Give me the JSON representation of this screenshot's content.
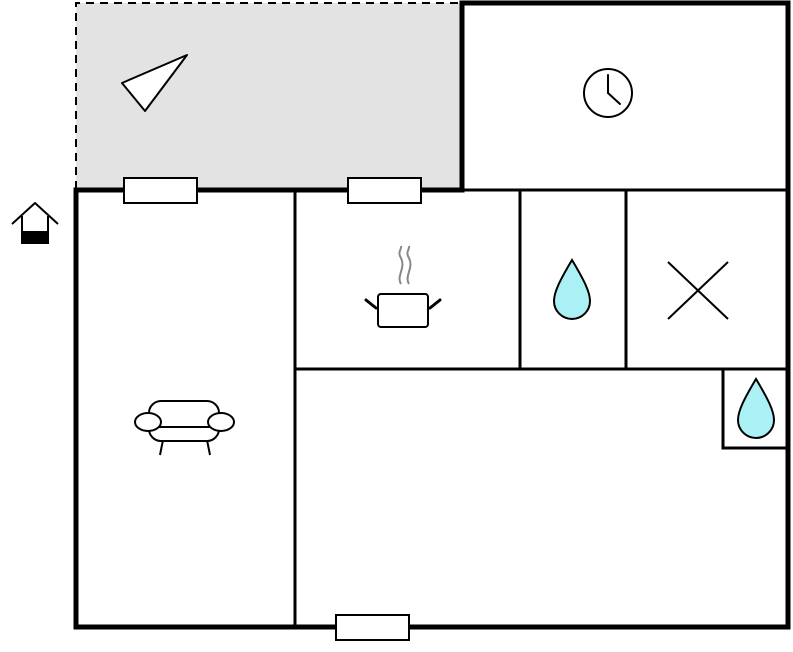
{
  "floorplan": {
    "colors": {
      "wall": "#000000",
      "terrace_fill": "#e3e3e3",
      "water": "#aaf0f5",
      "steam": "#888888",
      "background": "#ffffff"
    },
    "rooms": [
      {
        "id": "terrace",
        "icon": "terrace-triangle-icon"
      },
      {
        "id": "utility",
        "icon": "clock-icon"
      },
      {
        "id": "living",
        "icon": "sofa-icon"
      },
      {
        "id": "kitchen",
        "icon": "cooking-pot-icon"
      },
      {
        "id": "bathroom",
        "icon": "water-drop-icon"
      },
      {
        "id": "bedroom",
        "icon": "bed-cross-icon"
      },
      {
        "id": "hall",
        "icon": null
      },
      {
        "id": "washroom",
        "icon": "water-drop-icon"
      }
    ],
    "entrance_icon": "house-entrance-icon",
    "windows_count": 3
  }
}
